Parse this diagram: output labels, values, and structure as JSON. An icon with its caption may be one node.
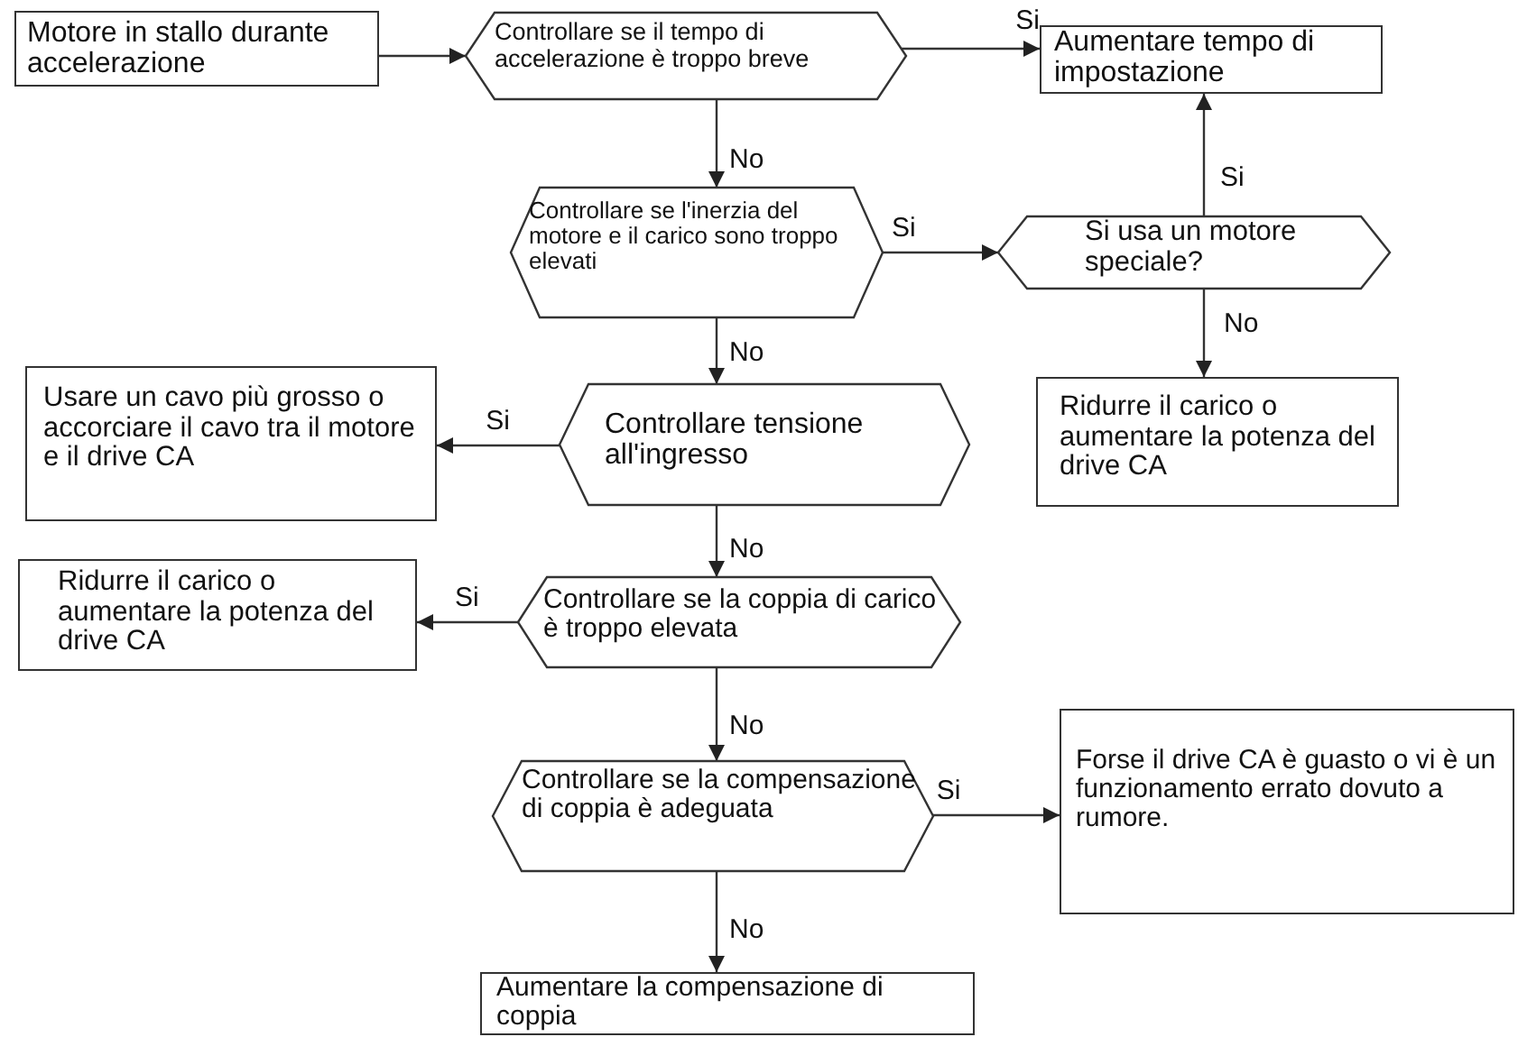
{
  "diagram": {
    "nodes": [
      {
        "text": [
          "Motore in stallo durante accelerazione"
        ]
      },
      {
        "text": [
          "Controllare se il tempo di accelerazione è troppo breve"
        ]
      },
      {
        "text": [
          "Aumentare tempo di impostazione"
        ]
      },
      {
        "text": [
          "Controllare se l'inerzia del motore e il carico sono troppo elevati"
        ]
      },
      {
        "text": [
          "Si usa un motore speciale?"
        ]
      },
      {
        "text": [
          "Ridurre il carico o aumentare la potenza del drive CA"
        ]
      },
      {
        "text": [
          "Usare un cavo più grosso o accorciare il cavo tra il motore e il drive CA"
        ]
      },
      {
        "text": [
          "Controllare tensione all'ingresso"
        ]
      },
      {
        "text": [
          "Ridurre il carico o aumentare la potenza del drive CA"
        ]
      },
      {
        "text": [
          "Controllare se la coppia di carico è troppo elevata"
        ]
      },
      {
        "text": [
          "Controllare se la compensazione di coppia è adeguata"
        ]
      },
      {
        "text": [
          "Forse il drive CA è guasto o vi è un funzionamento errato dovuto a rumore."
        ]
      },
      {
        "text": [
          "Aumentare la compensazione di coppia"
        ]
      }
    ],
    "edges": [
      {
        "from": 0,
        "to": 1,
        "arrow": "to"
      },
      {
        "from": 1,
        "to": 2,
        "arrow": "to",
        "label": "Si"
      },
      {
        "from": 1,
        "to": 3,
        "arrow": "to",
        "label": "No"
      },
      {
        "from": 3,
        "to": 4,
        "arrow": "to",
        "label": "Si"
      },
      {
        "from": 4,
        "to": 2,
        "arrow": "to",
        "label": "Si"
      },
      {
        "from": 4,
        "to": 5,
        "arrow": "to",
        "label": "No"
      },
      {
        "from": 3,
        "to": 7,
        "arrow": "to",
        "label": "No"
      },
      {
        "from": 7,
        "to": 6,
        "arrow": "to",
        "label": "Si"
      },
      {
        "from": 7,
        "to": 9,
        "arrow": "to",
        "label": "No"
      },
      {
        "from": 9,
        "to": 8,
        "arrow": "to",
        "label": "Si"
      },
      {
        "from": 9,
        "to": 10,
        "arrow": "to",
        "label": "No"
      },
      {
        "from": 10,
        "to": 11,
        "arrow": "to",
        "label": "Si"
      },
      {
        "from": 10,
        "to": 12,
        "arrow": "to",
        "label": "No"
      }
    ]
  }
}
